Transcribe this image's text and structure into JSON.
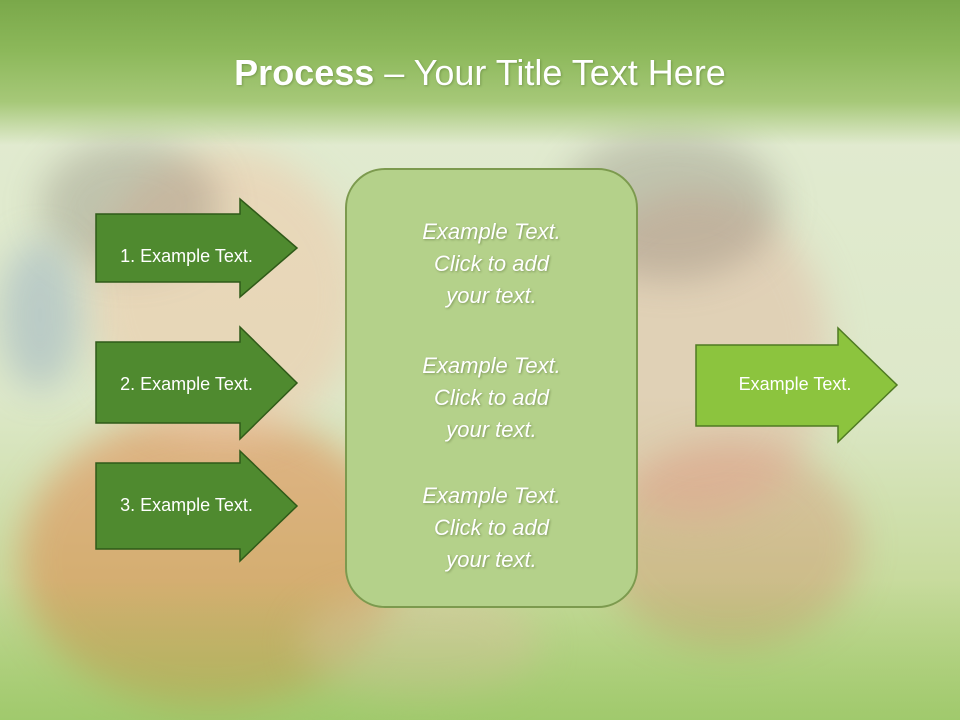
{
  "title": {
    "bold": "Process",
    "rest": " – Your Title Text Here"
  },
  "left_arrows": [
    {
      "label": "1. Example Text."
    },
    {
      "label": "2. Example Text."
    },
    {
      "label": "3. Example Text."
    }
  ],
  "center_box": {
    "paragraphs": [
      {
        "line1": "Example Text.",
        "line2": "Click  to add",
        "line3": "your text."
      },
      {
        "line1": "Example Text.",
        "line2": "Click  to add",
        "line3": "your text."
      },
      {
        "line1": "Example Text.",
        "line2": "Click  to add",
        "line3": "your text."
      }
    ]
  },
  "right_arrow": {
    "label": "Example Text."
  },
  "colors": {
    "header_green": "#7aa84a",
    "dark_arrow_fill": "#4f8a2f",
    "light_arrow_fill": "#8cc43e",
    "center_box_fill": "#b4d18a"
  }
}
